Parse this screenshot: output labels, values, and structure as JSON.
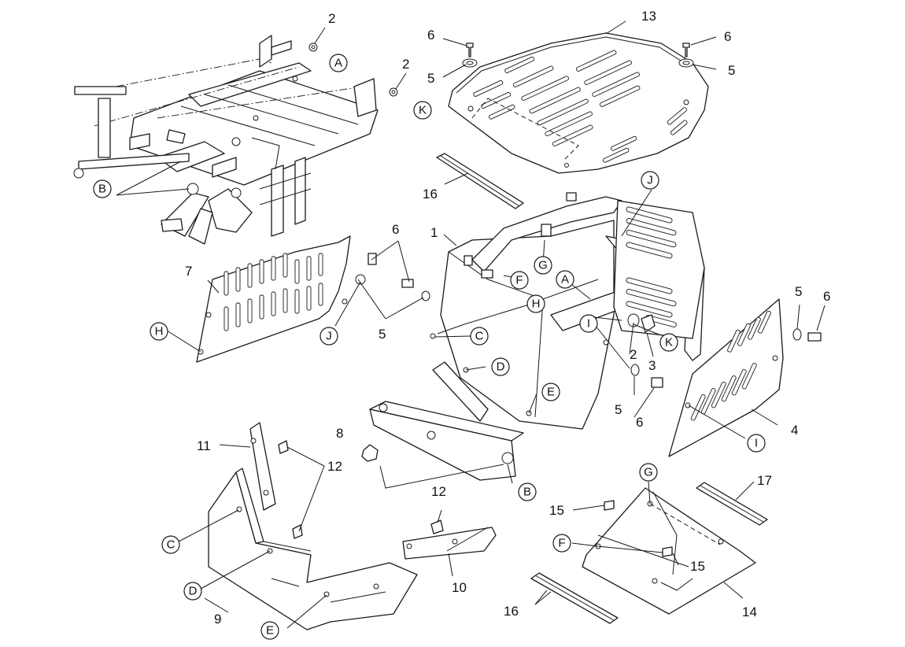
{
  "callout_numbers": {
    "n1": "1",
    "n2a": "2",
    "n2b": "2",
    "n2c": "2",
    "n3": "3",
    "n4": "4",
    "n5a": "5",
    "n5b": "5",
    "n5c": "5",
    "n5d": "5",
    "n5e": "5",
    "n6a": "6",
    "n6b": "6",
    "n6c": "6",
    "n6d": "6",
    "n6e": "6",
    "n7": "7",
    "n8": "8",
    "n9": "9",
    "n10": "10",
    "n11": "11",
    "n12a": "12",
    "n12b": "12",
    "n13": "13",
    "n14": "14",
    "n15a": "15",
    "n15b": "15",
    "n16a": "16",
    "n16b": "16",
    "n17": "17"
  },
  "reference_letters": {
    "A1": "A",
    "A2": "A",
    "B1": "B",
    "B2": "B",
    "C1": "C",
    "C2": "C",
    "D1": "D",
    "D2": "D",
    "E1": "E",
    "E2": "E",
    "F1": "F",
    "F2": "F",
    "G1": "G",
    "G2": "G",
    "H1": "H",
    "H2": "H",
    "I1": "I",
    "I2": "I",
    "J1": "J",
    "J2": "J",
    "K1": "K",
    "K2": "K"
  }
}
